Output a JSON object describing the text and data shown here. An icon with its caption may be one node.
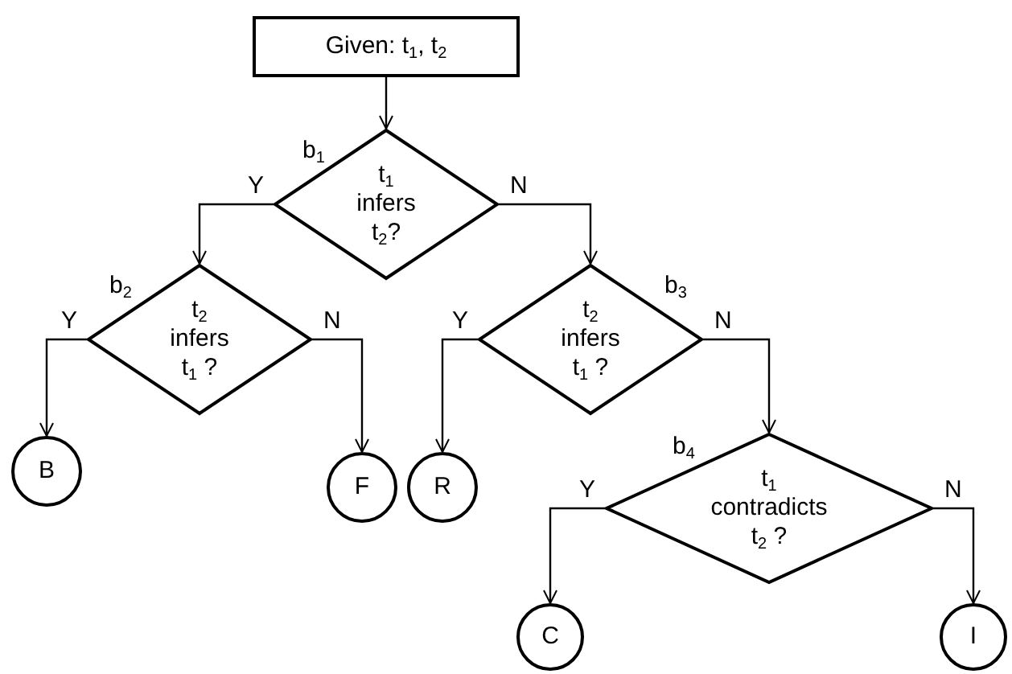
{
  "diagram": {
    "nodes": [
      {
        "text": [
          "Given: t$_{1}$, t$_{2}$"
        ]
      },
      {
        "text": [
          "t$_{1}$ infers t$_{2}$?"
        ],
        "beside": [
          "b$_{1}$"
        ]
      },
      {
        "text": [
          "t$_{2}$ infers t$_{1}$ ?"
        ],
        "beside": [
          "b$_{2}$"
        ]
      },
      {
        "text": [
          "t$_{2}$ infers t$_{1}$ ?"
        ],
        "beside": [
          "b$_{3}$"
        ]
      },
      {
        "text": [
          "B"
        ]
      },
      {
        "text": [
          "F"
        ]
      },
      {
        "text": [
          "R"
        ]
      },
      {
        "text": [
          "t$_{1}$ contradicts t$_{2}$ ?"
        ],
        "beside": [
          "b$_{4}$"
        ]
      },
      {
        "text": [
          "C"
        ]
      },
      {
        "text": [
          "I"
        ]
      }
    ],
    "edges": [
      {
        "from": 0,
        "to": 1,
        "arrow": "to"
      },
      {
        "from": 1,
        "to": 2,
        "arrow": "to",
        "label": "Y"
      },
      {
        "from": 1,
        "to": 3,
        "arrow": "to",
        "label": "N"
      },
      {
        "from": 2,
        "to": 4,
        "arrow": "to",
        "label": "Y"
      },
      {
        "from": 2,
        "to": 5,
        "arrow": "to",
        "label": "N"
      },
      {
        "from": 3,
        "to": 6,
        "arrow": "to",
        "label": "Y"
      },
      {
        "from": 3,
        "to": 7,
        "arrow": "to",
        "label": "N"
      },
      {
        "from": 7,
        "to": 8,
        "arrow": "to",
        "label": "Y"
      },
      {
        "from": 7,
        "to": 9,
        "arrow": "to",
        "label": "N"
      }
    ]
  }
}
